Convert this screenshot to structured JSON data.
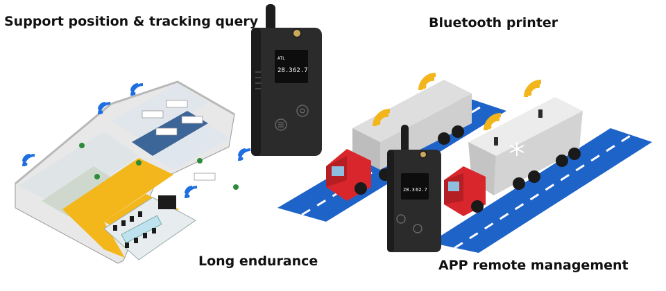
{
  "labels": {
    "top_left": "Support position & tracking query",
    "top_right": "Bluetooth printer",
    "bottom_left": "Long endurance",
    "bottom_right": "APP remote management"
  },
  "device_screen": {
    "value_left": "28.3",
    "value_right": "62.7",
    "header": "ATL"
  },
  "icons": [
    "wifi-signal-icon",
    "snowflake-icon",
    "power-button-icon",
    "menu-button-icon"
  ],
  "colors": {
    "road": "#1e63c8",
    "floor_yellow": "#f3b71c",
    "truck_cab": "#d8262c",
    "trailer": "#cfcfcf",
    "device_body": "#2b2b2b",
    "wifi_blue": "#1f6fe0",
    "wifi_yellow": "#f2b51c"
  }
}
